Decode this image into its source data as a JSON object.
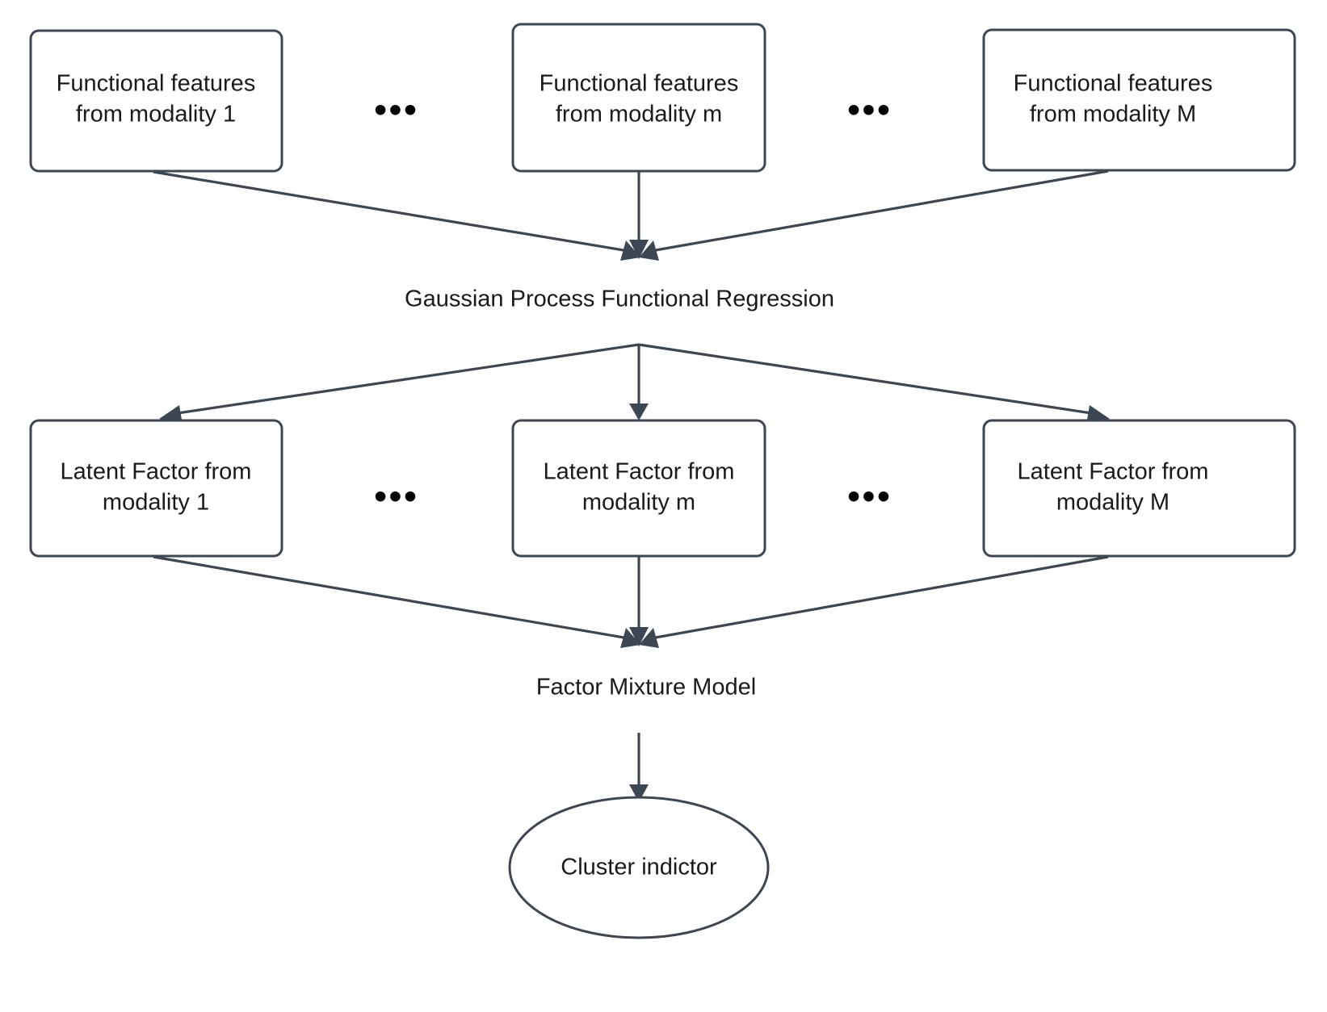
{
  "diagram": {
    "title": "Multimodal Gaussian Process Functional Regression and Factor Mixture Model pipeline",
    "colors": {
      "stroke": "#3d4653",
      "text": "#1a1a1a",
      "background": "#ffffff",
      "dots": "#000000"
    },
    "row_functional": {
      "nodes": [
        {
          "line1": "Functional features",
          "line2": "from modality 1"
        },
        {
          "line1": "Functional features",
          "line2": "from modality m"
        },
        {
          "line1": "Functional features",
          "line2": "from modality M"
        }
      ],
      "ellipsis": [
        "•••",
        "•••"
      ]
    },
    "row_latent": {
      "nodes": [
        {
          "line1": "Latent Factor from",
          "line2": "modality 1"
        },
        {
          "line1": "Latent Factor from",
          "line2": "modality m"
        },
        {
          "line1": "Latent Factor from",
          "line2": "modality M"
        }
      ],
      "ellipsis": [
        "•••",
        "•••"
      ]
    },
    "edge_labels": {
      "gpfr": "Gaussian Process Functional Regression",
      "fmm": "Factor Mixture Model"
    },
    "terminal": {
      "label": "Cluster indictor"
    }
  }
}
